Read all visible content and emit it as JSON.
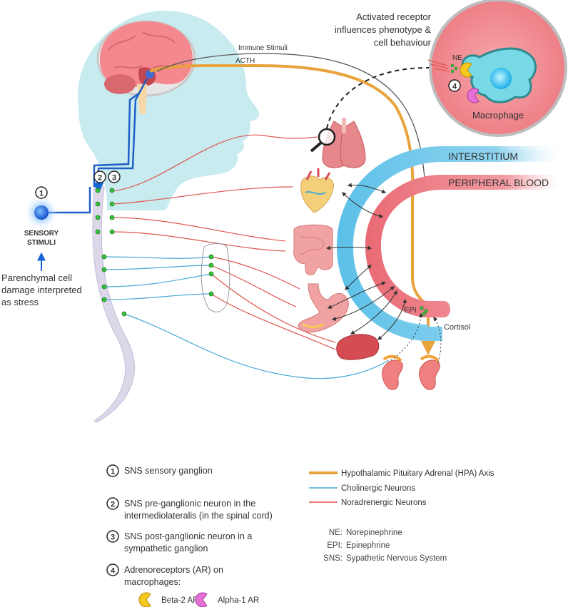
{
  "colors": {
    "hpa": "#e8a33d",
    "cholinergic": "#4aa9d6",
    "noradrenergic": "#e0554e",
    "interstitium": "#5bc0e8",
    "peripheral_blood": "#e96a74",
    "ganglion": "#36c23a",
    "sensory": "#1565d8",
    "beta2": "#f7c81e",
    "alpha1": "#e86fd8"
  },
  "labels": {
    "immune_stimuli": "Immune Stimuli",
    "acth": "ACTH",
    "activated_receptor": [
      "Activated receptor",
      "influences phenotype &",
      "cell behaviour"
    ],
    "ne_short": "NE",
    "macrophage": "Macrophage",
    "interstitium": "INTERSTITIUM",
    "peripheral_blood": "PERIPHERAL BLOOD",
    "sensory_stimuli": [
      "SENSORY",
      "STIMULI"
    ],
    "parenchymal": [
      "Parenchymal cell",
      "damage interpreted",
      "as stress"
    ],
    "epi_short": "EPI",
    "cortisol": "Cortisol",
    "marker_1": "1",
    "marker_2": "2",
    "marker_3": "3",
    "marker_4": "4"
  },
  "legend": {
    "numbered": [
      {
        "num": "1",
        "lines": [
          "SNS sensory ganglion"
        ]
      },
      {
        "num": "2",
        "lines": [
          "SNS pre-ganglionic neuron in the",
          "intermediolateralis (in the spinal cord)"
        ]
      },
      {
        "num": "3",
        "lines": [
          "SNS post-ganglionic neuron in a",
          "sympathetic ganglion"
        ]
      },
      {
        "num": "4",
        "lines": [
          "Adrenoreceptors (AR) on",
          "macrophages:"
        ]
      }
    ],
    "receptors": [
      {
        "icon": "beta2-receptor-icon",
        "label": "Beta-2 AR"
      },
      {
        "icon": "alpha1-receptor-icon",
        "label": "Alpha-1 AR"
      }
    ],
    "lines": [
      {
        "icon": "hpa-line",
        "label": "Hypothalamic Pituitary Adrenal (HPA) Axis"
      },
      {
        "icon": "cholinergic-line",
        "label": "Cholinergic Neurons"
      },
      {
        "icon": "noradrenergic-line",
        "label": "Noradrenergic Neurons"
      }
    ],
    "abbreviations": [
      {
        "abbr": "NE:",
        "full": "Norepinephrine"
      },
      {
        "abbr": "EPI:",
        "full": "Epinephrine"
      },
      {
        "abbr": "SNS:",
        "full": "Sypathetic Nervous System"
      }
    ]
  }
}
